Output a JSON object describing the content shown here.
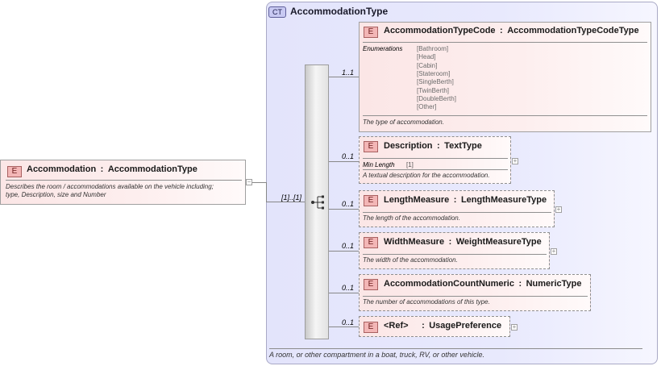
{
  "root_element": {
    "badge": "E",
    "title": "Accommodation : AccommodationType",
    "doc_line1": "Describes the room / accommodations available on the vehicle including;",
    "doc_line2": "type, Description, size and Number",
    "collapse_symbol": "−"
  },
  "sequence": {
    "cardinality": "[1]..[1]"
  },
  "complex_type": {
    "badge": "CT",
    "title": "AccommodationType",
    "footer": "A room, or other compartment in a boat, truck, RV, or other vehicle."
  },
  "children": [
    {
      "badge": "E",
      "title": "AccommodationTypeCode : AccommodationTypeCodeType",
      "cardinality": "1..1",
      "enumerations_label": "Enumerations",
      "enumerations": [
        "[Bathroom]",
        "[Head]",
        "[Cabin]",
        "[Stateroom]",
        "[SingleBerth]",
        "[TwinBerth]",
        "[DoubleBerth]",
        "[Other]"
      ],
      "doc": "The type of accommodation."
    },
    {
      "badge": "E",
      "title": "Description : TextType",
      "cardinality": "0..1",
      "facet_label": "Min Length",
      "facet_value": "[1]",
      "doc": "A textual description for the accommodation.",
      "expand_symbol": "+"
    },
    {
      "badge": "E",
      "title": "LengthMeasure : LengthMeasureType",
      "cardinality": "0..1",
      "doc": "The length of the accommodation.",
      "expand_symbol": "+"
    },
    {
      "badge": "E",
      "title": "WidthMeasure : WeightMeasureType",
      "cardinality": "0..1",
      "doc": "The width of the accommodation.",
      "expand_symbol": "+"
    },
    {
      "badge": "E",
      "title": "AccommodationCountNumeric : NumericType",
      "cardinality": "0..1",
      "doc": "The number of accommodations of this type."
    },
    {
      "badge": "E",
      "title": "<Ref>  : UsagePreference",
      "cardinality": "0..1",
      "expand_symbol": "+"
    }
  ]
}
